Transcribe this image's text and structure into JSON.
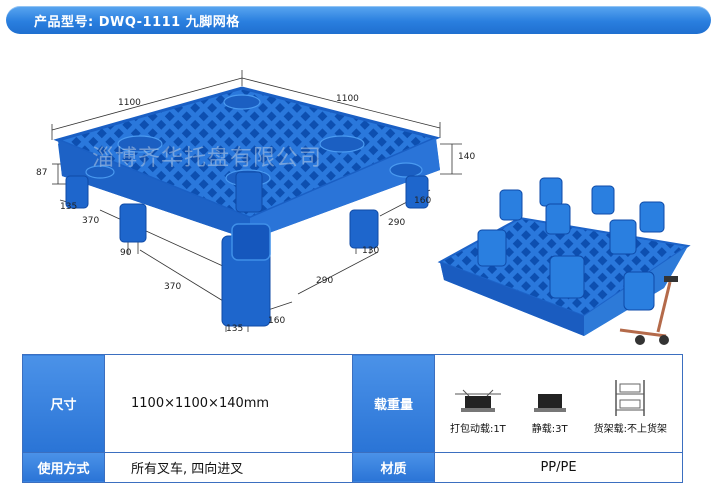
{
  "header": {
    "title": "产品型号: DWQ-1111  九脚网格"
  },
  "watermark": "淄博齐华托盘有限公司",
  "dimensions": {
    "top_left": "1100",
    "top_right": "1100",
    "height_right": "140",
    "left_87": "87",
    "left_135": "135",
    "left_370": "370",
    "left_90": "90",
    "bottom_370": "370",
    "bottom_135": "135",
    "bottom_160": "160",
    "right_160": "160",
    "right_290": "290",
    "right_130": "130",
    "bottom_290": "290"
  },
  "table": {
    "size_label": "尺寸",
    "size_value": "1100×1100×140mm",
    "load_label": "载重量",
    "loads": [
      {
        "icon": "dynamic-load-icon",
        "label": "打包动载:1T"
      },
      {
        "icon": "static-load-icon",
        "label": "静载:3T"
      },
      {
        "icon": "rack-load-icon",
        "label": "货架载:不上货架"
      }
    ],
    "usage_label": "使用方式",
    "usage_value": "所有叉车, 四向进叉",
    "material_label": "材质",
    "material_value": "PP/PE"
  },
  "colors": {
    "header": "#2a7fdf",
    "pallet": "#1f6ed6",
    "label_cell": "#3582e0",
    "border": "#3b6fc0"
  }
}
